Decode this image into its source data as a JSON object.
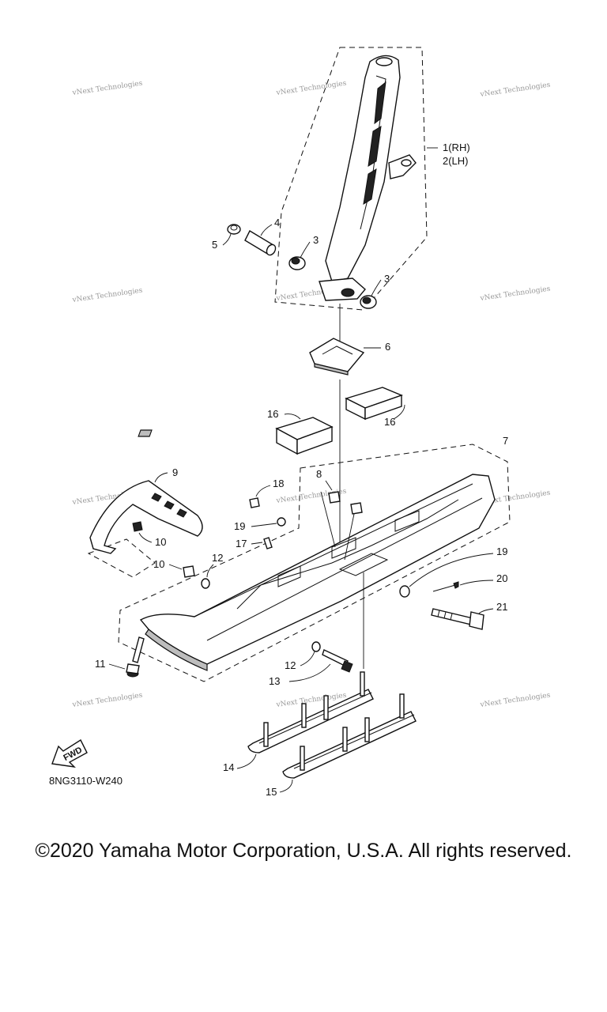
{
  "watermark": "vNext Technologies",
  "callouts": [
    {
      "id": "c1",
      "text": "1(RH)"
    },
    {
      "id": "c2",
      "text": "2(LH)"
    },
    {
      "id": "c3a",
      "text": "3"
    },
    {
      "id": "c3b",
      "text": "3"
    },
    {
      "id": "c4",
      "text": "4"
    },
    {
      "id": "c5",
      "text": "5"
    },
    {
      "id": "c6",
      "text": "6"
    },
    {
      "id": "c7",
      "text": "7"
    },
    {
      "id": "c8",
      "text": "8"
    },
    {
      "id": "c9",
      "text": "9"
    },
    {
      "id": "c10a",
      "text": "10"
    },
    {
      "id": "c10b",
      "text": "10"
    },
    {
      "id": "c11",
      "text": "11"
    },
    {
      "id": "c12a",
      "text": "12"
    },
    {
      "id": "c12b",
      "text": "12"
    },
    {
      "id": "c13",
      "text": "13"
    },
    {
      "id": "c14",
      "text": "14"
    },
    {
      "id": "c15",
      "text": "15"
    },
    {
      "id": "c16a",
      "text": "16"
    },
    {
      "id": "c16b",
      "text": "16"
    },
    {
      "id": "c17",
      "text": "17"
    },
    {
      "id": "c18",
      "text": "18"
    },
    {
      "id": "c19a",
      "text": "19"
    },
    {
      "id": "c19b",
      "text": "19"
    },
    {
      "id": "c20",
      "text": "20"
    },
    {
      "id": "c21",
      "text": "21"
    }
  ],
  "fwd_label": "FWD",
  "drawing_code": "8NG3110-W240",
  "copyright": "©2020 Yamaha Motor Corporation, U.S.A. All rights reserved."
}
